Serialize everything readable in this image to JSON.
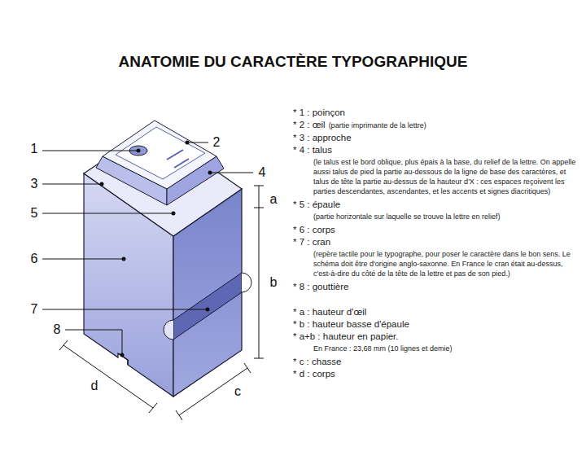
{
  "diagram": {
    "title": "ANATOMIE DU CARACTÈRE TYPOGRAPHIQUE",
    "labels": [
      "1",
      "2",
      "3",
      "4",
      "5",
      "6",
      "7",
      "8",
      "a",
      "b",
      "c",
      "d",
      "* 1 : poinçon",
      "* 2 : œil",
      "(partie imprimante de la lettre)",
      "* 3 : approche",
      "* 4 : talus",
      "(le talus est le bord oblique, plus épais à la base, du relief de la lettre. On appelle aussi talus de pied la partie au-dessous de la ligne de base des caractères, et talus de tête la partie au-dessus de la hauteur d'X : ces espaces reçoivent les parties descendantes, ascendantes, et les accents et signes diacritiques)",
      "* 5 : épaule",
      "(partie horizontale sur laquelle se trouve la lettre en relief)",
      "* 6 : corps",
      "* 7 : cran",
      "(repère tactile pour le typographe, pour poser le caractère dans le bon sens. Le schéma doit être d'origine anglo-saxonne. En France le cran était au-dessus, c'est-à-dire du côté de la tête de la lettre et pas de son pied.)",
      "* 8 : gouttière",
      "* a : hauteur d'œil",
      "* b : hauteur basse d'épaule",
      "* a+b : hauteur en papier.",
      "En France : 23,68 mm (10 lignes et demie)",
      "* c : chasse",
      "* d : corps"
    ]
  }
}
